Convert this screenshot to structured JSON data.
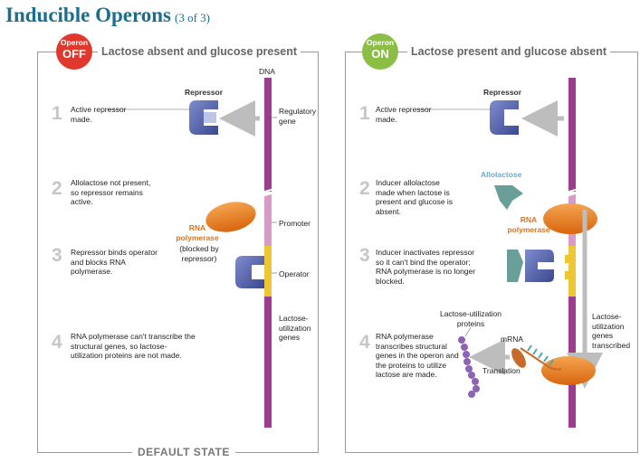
{
  "title": {
    "main": "Inducible Operons",
    "sub": "(3 of 3)"
  },
  "left_panel": {
    "badge_top": "Operon",
    "badge_main": "OFF",
    "heading": "Lactose absent and glucose present",
    "dna_label": "DNA",
    "repressor_label": "Repressor",
    "rna_pol_label": "RNA polymerase",
    "blocked_label": "(blocked by repressor)",
    "regions": {
      "regulatory": "Regulatory gene",
      "promoter": "Promoter",
      "operator": "Operator",
      "lactose_genes": "Lactose-utilization genes"
    },
    "steps": [
      {
        "num": "1",
        "text": "Active repressor made."
      },
      {
        "num": "2",
        "text": "Allolactose not present, so repressor remains active."
      },
      {
        "num": "3",
        "text": "Repressor binds operator and blocks RNA polymerase."
      },
      {
        "num": "4",
        "text": "RNA polymerase can't transcribe the structural genes, so lactose-utilization proteins are not made."
      }
    ],
    "footer": "DEFAULT STATE"
  },
  "right_panel": {
    "badge_top": "Operon",
    "badge_main": "ON",
    "heading": "Lactose present and glucose absent",
    "repressor_label": "Repressor",
    "allolactose_label": "Allolactose",
    "rna_pol_label": "RNA polymerase",
    "proteins_label": "Lactose-utilization proteins",
    "mrna_label": "mRNA",
    "translation_label": "Translation",
    "transcribed_label": "Lactose-utilization genes transcribed",
    "steps": [
      {
        "num": "1",
        "text": "Active repressor made."
      },
      {
        "num": "2",
        "text": "Inducer allolactose made when lactose is present and glucose is absent."
      },
      {
        "num": "3",
        "text": "Inducer inactivates repressor so it can't bind the operator; RNA polymerase is no longer blocked."
      },
      {
        "num": "4",
        "text": "RNA polymerase transcribes structural genes in the operon and the proteins to utilize lactose are made."
      }
    ]
  },
  "colors": {
    "title": "#1b6e8c",
    "dna": "#9b3d8c",
    "promoter": "#d79bc5",
    "operator": "#ecc634",
    "repressor": "#5464a8",
    "rna_polymerase": "#e8841f",
    "allolactose": "#6a9e98",
    "protein_beads": "#8e62b5",
    "off_badge": "#e0382c",
    "on_badge": "#8cbd45"
  }
}
